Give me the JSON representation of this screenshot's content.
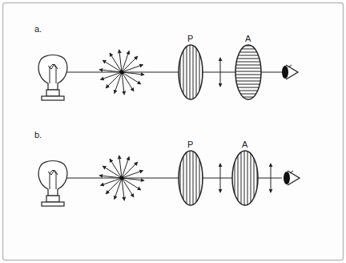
{
  "diagram": {
    "labels": [
      "a.",
      "P",
      "A",
      "b.",
      "P",
      "A"
    ]
  }
}
